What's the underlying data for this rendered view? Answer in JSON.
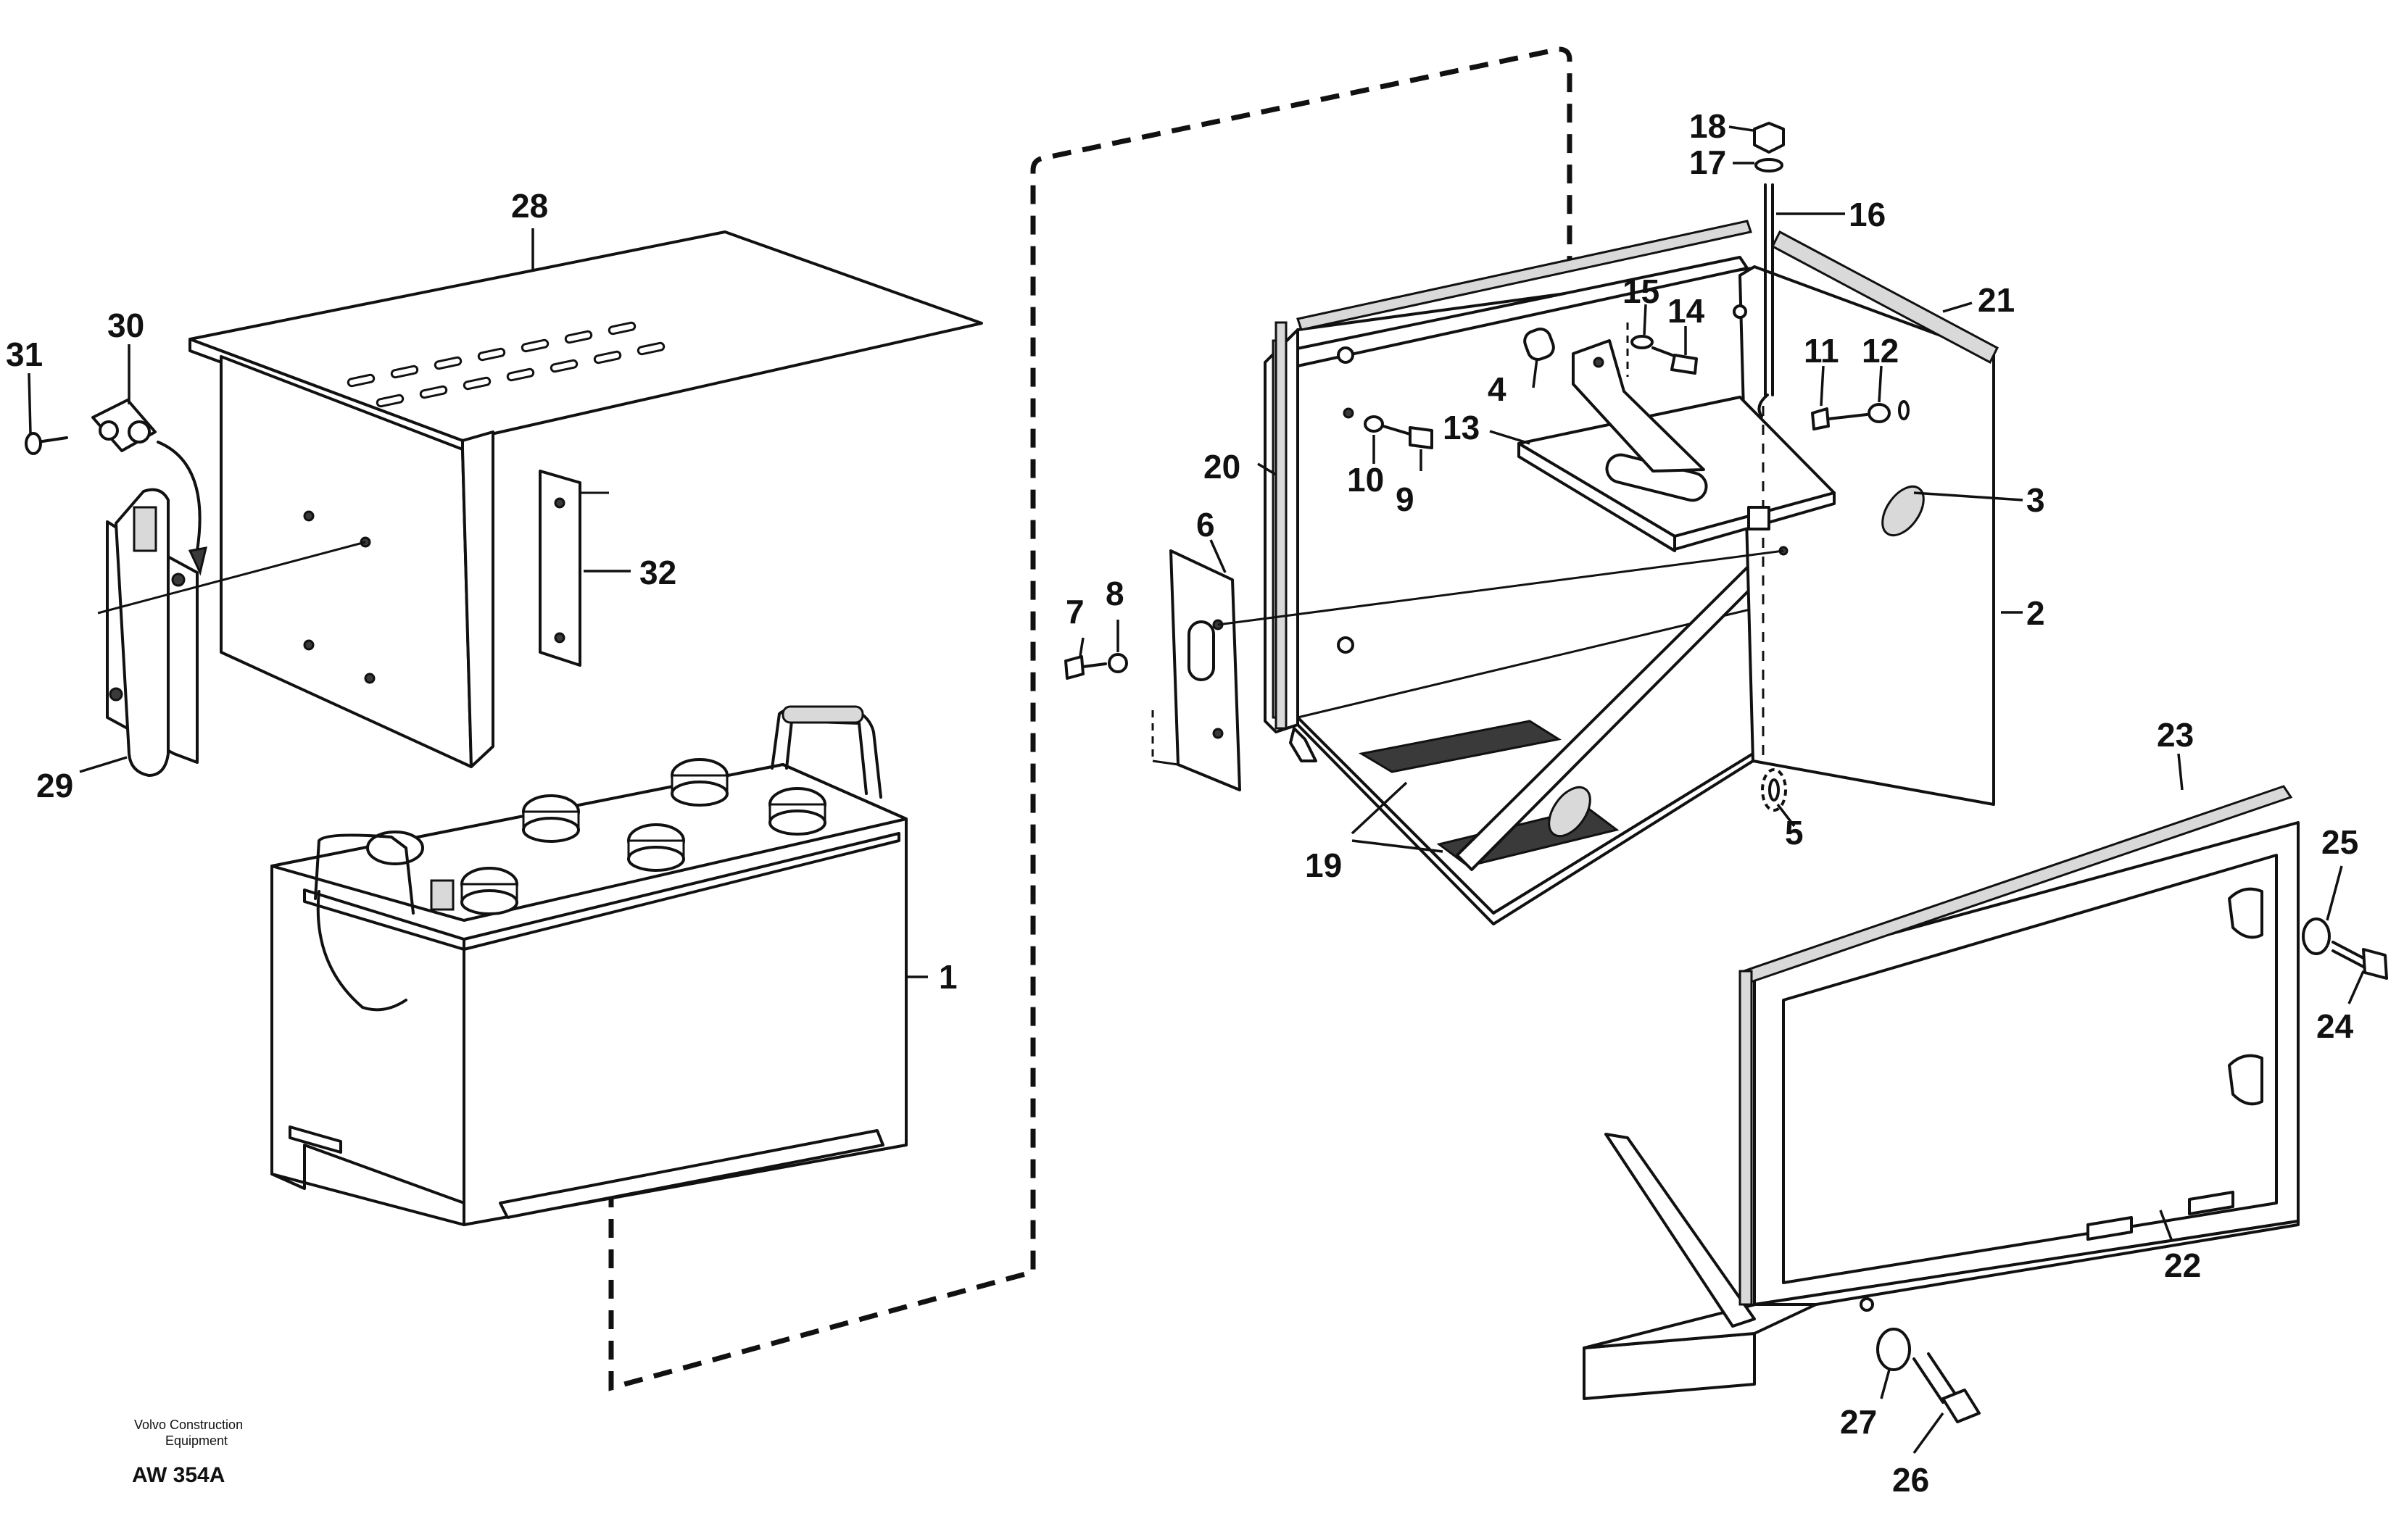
{
  "labels": {
    "p1": "1",
    "p2": "2",
    "p3": "3",
    "p4": "4",
    "p5": "5",
    "p6": "6",
    "p7": "7",
    "p8": "8",
    "p9": "9",
    "p10": "10",
    "p11": "11",
    "p12": "12",
    "p13": "13",
    "p14": "14",
    "p15": "15",
    "p16": "16",
    "p17": "17",
    "p18": "18",
    "p19": "19",
    "p20": "20",
    "p21": "21",
    "p22": "22",
    "p23": "23",
    "p24": "24",
    "p25": "25",
    "p26": "26",
    "p27": "27",
    "p28": "28",
    "p29": "29",
    "p30": "30",
    "p31": "31",
    "p32": "32"
  },
  "caption": {
    "line1": "Volvo Construction",
    "line2": "Equipment",
    "code": "AW 354A"
  }
}
